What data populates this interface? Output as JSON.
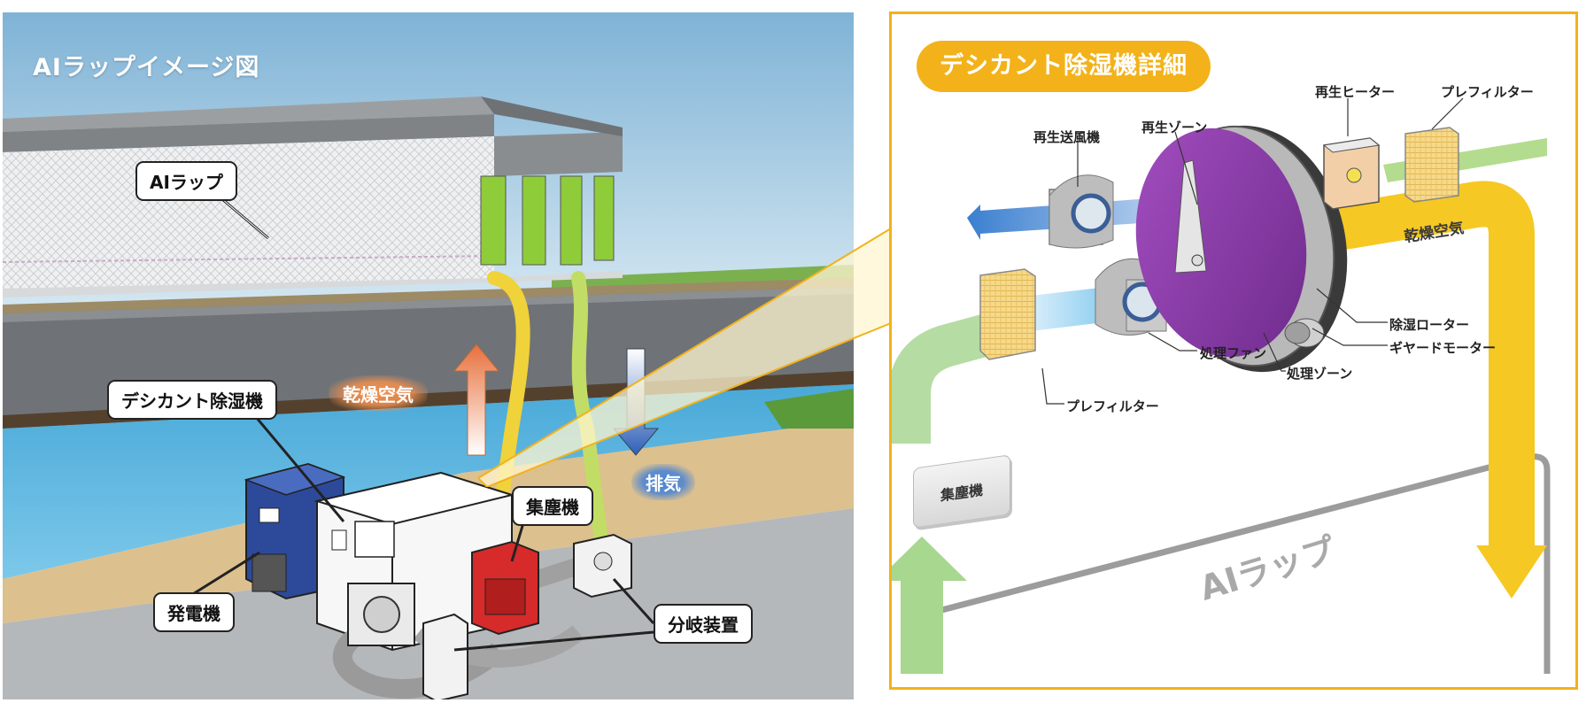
{
  "left": {
    "title": "AIラップイメージ図",
    "callouts": {
      "ai_wrap": "AIラップ",
      "desiccant": "デシカント除湿機",
      "dust_collector": "集塵機",
      "generator": "発電機",
      "branch_device": "分岐装置"
    },
    "flows": {
      "dry_air": "乾燥空気",
      "exhaust": "排気"
    }
  },
  "right": {
    "title": "デシカント除湿機詳細",
    "parts": {
      "regen_heater": "再生ヒーター",
      "pre_filter_top": "プレフィルター",
      "regen_zone": "再生ゾーン",
      "regen_fan": "再生送風機",
      "dry_air": "乾燥空気",
      "rotor": "除湿ローター",
      "gear_motor": "ギヤードモーター",
      "process_fan": "処理ファン",
      "process_zone": "処理ゾーン",
      "pre_filter_bottom": "プレフィルター",
      "dust_collector": "集塵機",
      "ai_wrap": "AIラップ"
    }
  },
  "colors": {
    "frame_accent": "#f2b21b",
    "sky": "#9cc6e0",
    "water": "#5ab4dc",
    "dry_air_arrow": "#f5c823",
    "inlet_arrow": "#9fcf85",
    "exhaust_arrow": "#6a9edc",
    "rotor": "#8c3fa8"
  },
  "icons": [
    "desiccant-unit",
    "generator",
    "dust-collector",
    "branch-device",
    "fan",
    "filter",
    "heater",
    "rotor"
  ]
}
